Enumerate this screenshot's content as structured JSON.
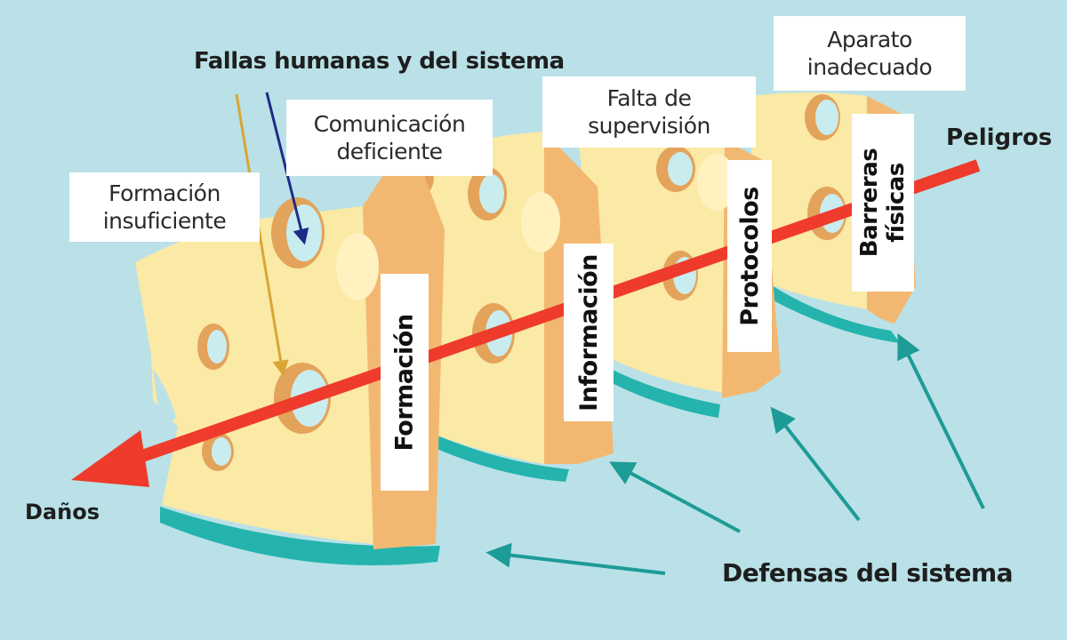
{
  "title_failures": "Fallas humanas y del sistema",
  "label_hazards": "Peligros",
  "label_damage": "Daños",
  "label_defenses": "Defensas del sistema",
  "failure_labels": {
    "training": [
      "Formación",
      "insuficiente"
    ],
    "communication": [
      "Comunicación",
      "deficiente"
    ],
    "supervision": [
      "Falta de",
      "supervisión"
    ],
    "equipment": [
      "Aparato",
      "inadecuado"
    ]
  },
  "defense_labels": {
    "training": "Formación",
    "information": "Información",
    "protocols": "Protocolos",
    "barriers": [
      "Barreras",
      "físicas"
    ]
  },
  "colors": {
    "background": "#b9e1e7",
    "cheese_face": "#fbe9a6",
    "cheese_edge": "#f2b872",
    "hole_edge": "#e3a35a",
    "hole_inner": "#c9ecef",
    "shadow": "#25b3ad",
    "arrow": "#ee3b2b",
    "pointer_teal": "#1d9b97",
    "pointer_gold": "#d9a535",
    "pointer_navy": "#1e2a8a"
  }
}
